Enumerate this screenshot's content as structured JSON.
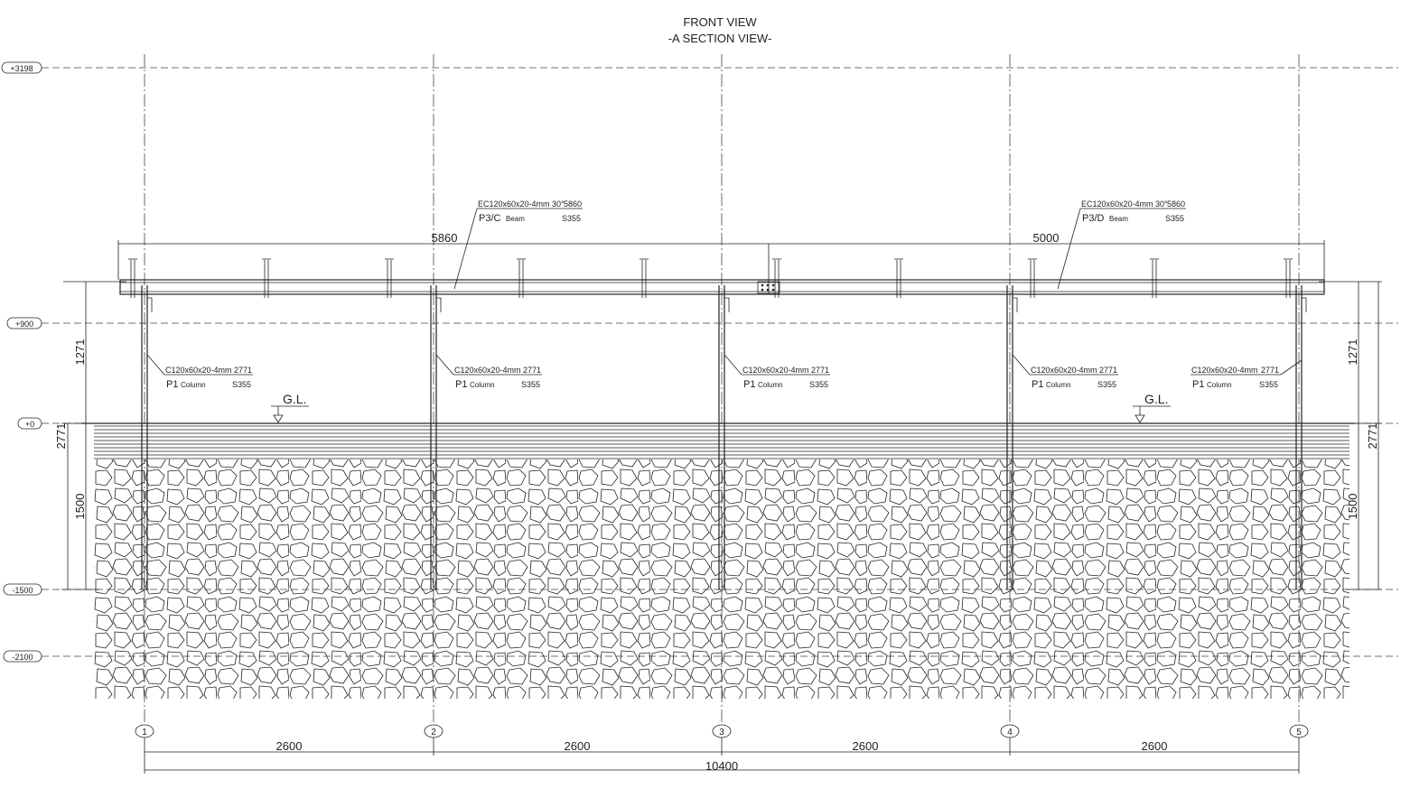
{
  "title": {
    "line1": "FRONT VIEW",
    "line2": "-A SECTION VIEW-"
  },
  "levels": [
    {
      "label": "+3198"
    },
    {
      "label": "+900"
    },
    {
      "label": "+0"
    },
    {
      "label": "-1500"
    },
    {
      "label": "-2100"
    }
  ],
  "grid_axes": [
    "1",
    "2",
    "3",
    "4",
    "5"
  ],
  "beams": [
    {
      "spec": "EC120x60x20-4mm 30°",
      "length": "5860",
      "mark": "P3/C",
      "type": "Beam",
      "grade": "S355",
      "span": "5860"
    },
    {
      "spec": "EC120x60x20-4mm 30°",
      "length": "5860",
      "mark": "P3/D",
      "type": "Beam",
      "grade": "S355",
      "span": "5000"
    }
  ],
  "columns": [
    {
      "spec": "C120x60x20-4mm",
      "length": "2771",
      "mark": "P1",
      "type": "Column",
      "grade": "S355"
    },
    {
      "spec": "C120x60x20-4mm",
      "length": "2771",
      "mark": "P1",
      "type": "Column",
      "grade": "S355"
    },
    {
      "spec": "C120x60x20-4mm",
      "length": "2771",
      "mark": "P1",
      "type": "Column",
      "grade": "S355"
    },
    {
      "spec": "C120x60x20-4mm",
      "length": "2771",
      "mark": "P1",
      "type": "Column",
      "grade": "S355"
    },
    {
      "spec": "C120x60x20-4mm",
      "length": "2771",
      "mark": "P1",
      "type": "Column",
      "grade": "S355"
    }
  ],
  "ground_labels": [
    "G.L.",
    "G.L."
  ],
  "dimensions": {
    "bays": [
      "2600",
      "2600",
      "2600",
      "2600"
    ],
    "total": "10400",
    "left_upper": "1271",
    "left_lower": "1500",
    "left_total": "2771",
    "right_upper": "1271",
    "right_lower": "1500",
    "right_total": "2771"
  }
}
